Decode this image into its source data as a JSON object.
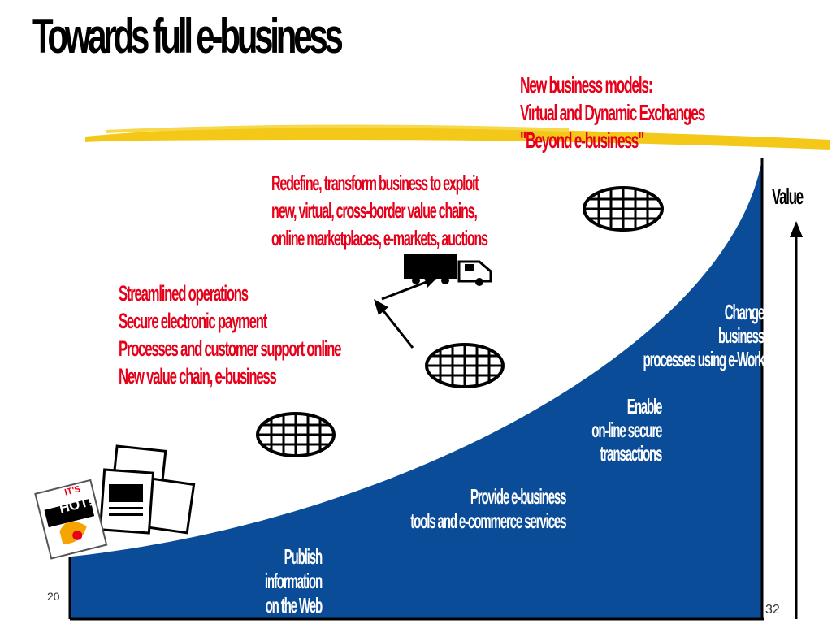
{
  "slide": {
    "title": "Towards full e-business",
    "top_box": [
      "New business models:",
      "Virtual and Dynamic Exchanges",
      "\"Beyond e-business\""
    ],
    "middle_box": [
      "Redefine, transform business to exploit",
      "new, virtual, cross-border value chains,",
      "online marketplaces, e-markets, auctions"
    ],
    "left_box": [
      "Streamlined operations",
      "Secure electronic payment",
      "Processes and customer support online",
      "New value chain, e-business"
    ],
    "value_label": "Value",
    "stages": [
      [
        "Change",
        "business",
        "processes using e-Work"
      ],
      [
        "Enable",
        "on-line secure",
        "transactions"
      ],
      [
        "Provide e-business",
        "tools and e-commerce services"
      ],
      [
        "Publish",
        "information",
        "on the Web"
      ]
    ],
    "hot_badge": [
      "IT'S",
      "HOT!"
    ],
    "footer_left": "20",
    "footer_right": "32"
  },
  "colors": {
    "blue": "#0b4c99",
    "red": "#e6001a",
    "yellow": "#f2c200"
  }
}
